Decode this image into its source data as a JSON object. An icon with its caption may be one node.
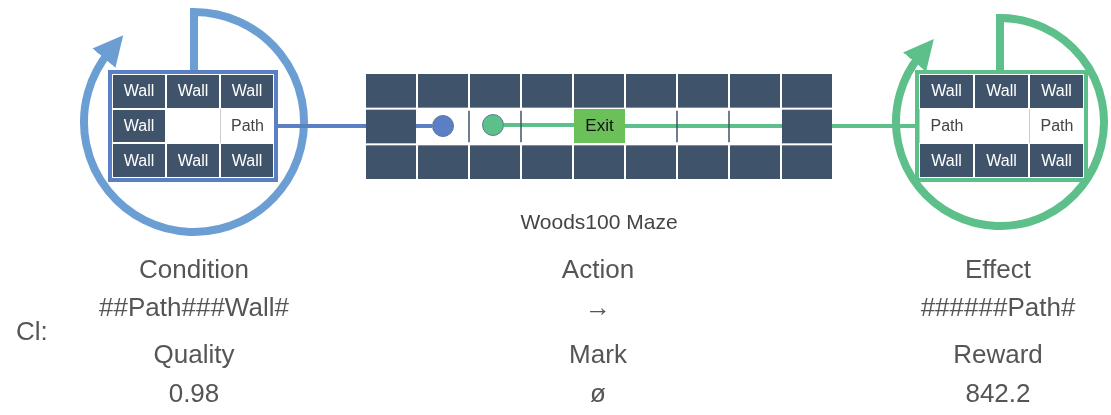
{
  "diagram": {
    "nodes": [
      {
        "text": [
          "Wall",
          "Wall",
          "Wall",
          "Wall",
          "Path",
          "Wall",
          "Wall",
          "Wall"
        ]
      },
      {
        "text": [],
        "shape": "box",
        "beside": [
          "Woods100 Maze"
        ]
      },
      {
        "text": [],
        "shape": "circle",
        "in": 1
      },
      {
        "text": [],
        "shape": "circle",
        "in": 1
      },
      {
        "text": [
          "Exit"
        ],
        "in": 1
      },
      {
        "text": [
          "Wall",
          "Wall",
          "Wall",
          "Path",
          "Path",
          "Wall",
          "Wall",
          "Wall"
        ]
      }
    ],
    "edges": [
      {
        "from": 0,
        "to": 0,
        "arrow": "to",
        "style": "thick",
        "color": "#6b9fd4"
      },
      {
        "from": 0,
        "to": 2,
        "arrow": "none",
        "color": "#5b7fc4"
      },
      {
        "from": 3,
        "to": 4,
        "arrow": "none",
        "color": "#5dbf8a"
      },
      {
        "from": 4,
        "to": 5,
        "arrow": "none",
        "color": "#5dbf8a"
      },
      {
        "from": 5,
        "to": 5,
        "arrow": "to",
        "style": "thick",
        "color": "#5dbf8a"
      }
    ],
    "labels": [
      "Condition",
      "Action",
      "Effect",
      "##Path###Wall#",
      "→",
      "######Path#",
      "Cl:",
      "Quality",
      "Mark",
      "Reward",
      "0.98",
      "ø",
      "842.2"
    ]
  }
}
